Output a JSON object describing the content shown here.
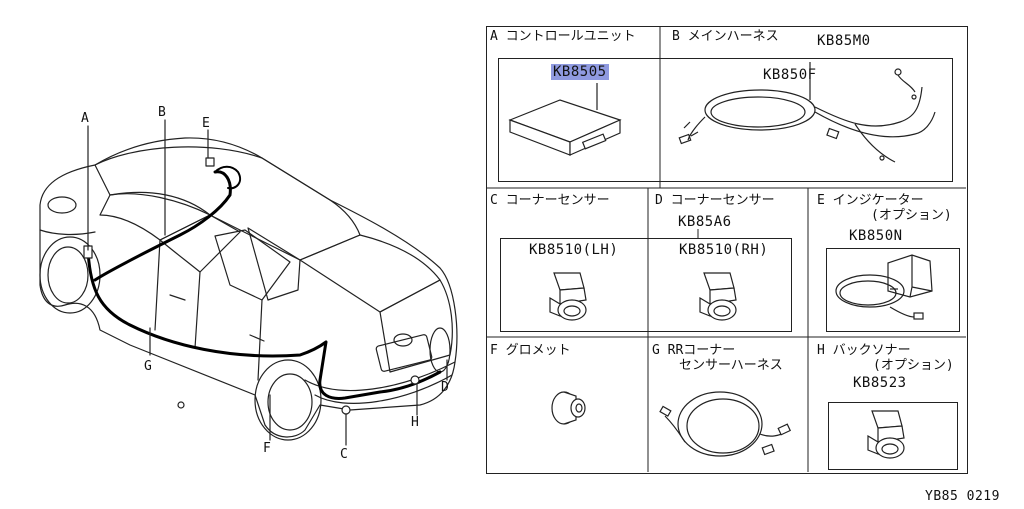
{
  "car_callouts": {
    "A": "A",
    "B": "B",
    "C": "C",
    "D": "D",
    "E": "E",
    "F": "F",
    "G": "G",
    "H": "H"
  },
  "panels": {
    "a": {
      "title": "A コントロールユニット",
      "code": "KB8505"
    },
    "b": {
      "title": "B メインハーネス",
      "code_top": "KB85M0",
      "code_inner": "KB850F"
    },
    "c": {
      "title": "C コーナーセンサー",
      "code": "KB8510(LH)"
    },
    "d": {
      "title": "D コーナーセンサー",
      "code_top": "KB85A6",
      "code": "KB8510(RH)"
    },
    "e": {
      "title": "E インジケーター",
      "subtitle": "(オプション)",
      "code": "KB850N"
    },
    "f": {
      "title": "F グロメット"
    },
    "g": {
      "title": "G RRコーナー",
      "subtitle": "センサーハーネス"
    },
    "h": {
      "title": "H バックソナー",
      "subtitle": "(オプション)",
      "code": "KB8523"
    }
  },
  "footer_ref": "YB85 0219",
  "colors": {
    "line": "#222222",
    "highlight": "#8f9ae0",
    "background": "#ffffff"
  }
}
